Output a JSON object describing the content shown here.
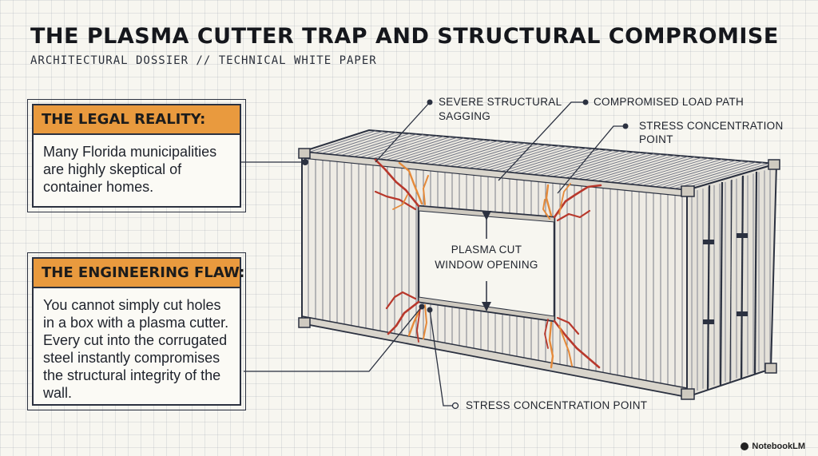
{
  "header": {
    "title": "THE PLASMA CUTTER TRAP AND STRUCTURAL COMPROMISE",
    "subtitle": "ARCHITECTURAL DOSSIER // TECHNICAL WHITE PAPER"
  },
  "panels": {
    "legal": {
      "heading": "THE LEGAL REALITY:",
      "body": "Many Florida municipalities are highly skeptical of container homes."
    },
    "engineering": {
      "heading": "THE ENGINEERING FLAW:",
      "body": "You cannot simply cut holes in a box with a plasma cutter. Every cut into the corrugated steel instantly compromises the structural integrity of the wall."
    }
  },
  "callouts": {
    "sagging_line1": "SEVERE STRUCTURAL",
    "sagging_line2": "SAGGING",
    "load_path": "COMPROMISED LOAD PATH",
    "stress_top_line1": "STRESS CONCENTRATION",
    "stress_top_line2": "POINT",
    "stress_bottom": "STRESS CONCENTRATION POINT",
    "window_line1": "PLASMA CUT",
    "window_line2": "WINDOW OPENING"
  },
  "brand": {
    "label": "NotebookLM"
  },
  "colors": {
    "accent": "#e99a3e",
    "ink": "#2b3140",
    "crack_red": "#b8382c",
    "crack_orange": "#e58a3a"
  }
}
